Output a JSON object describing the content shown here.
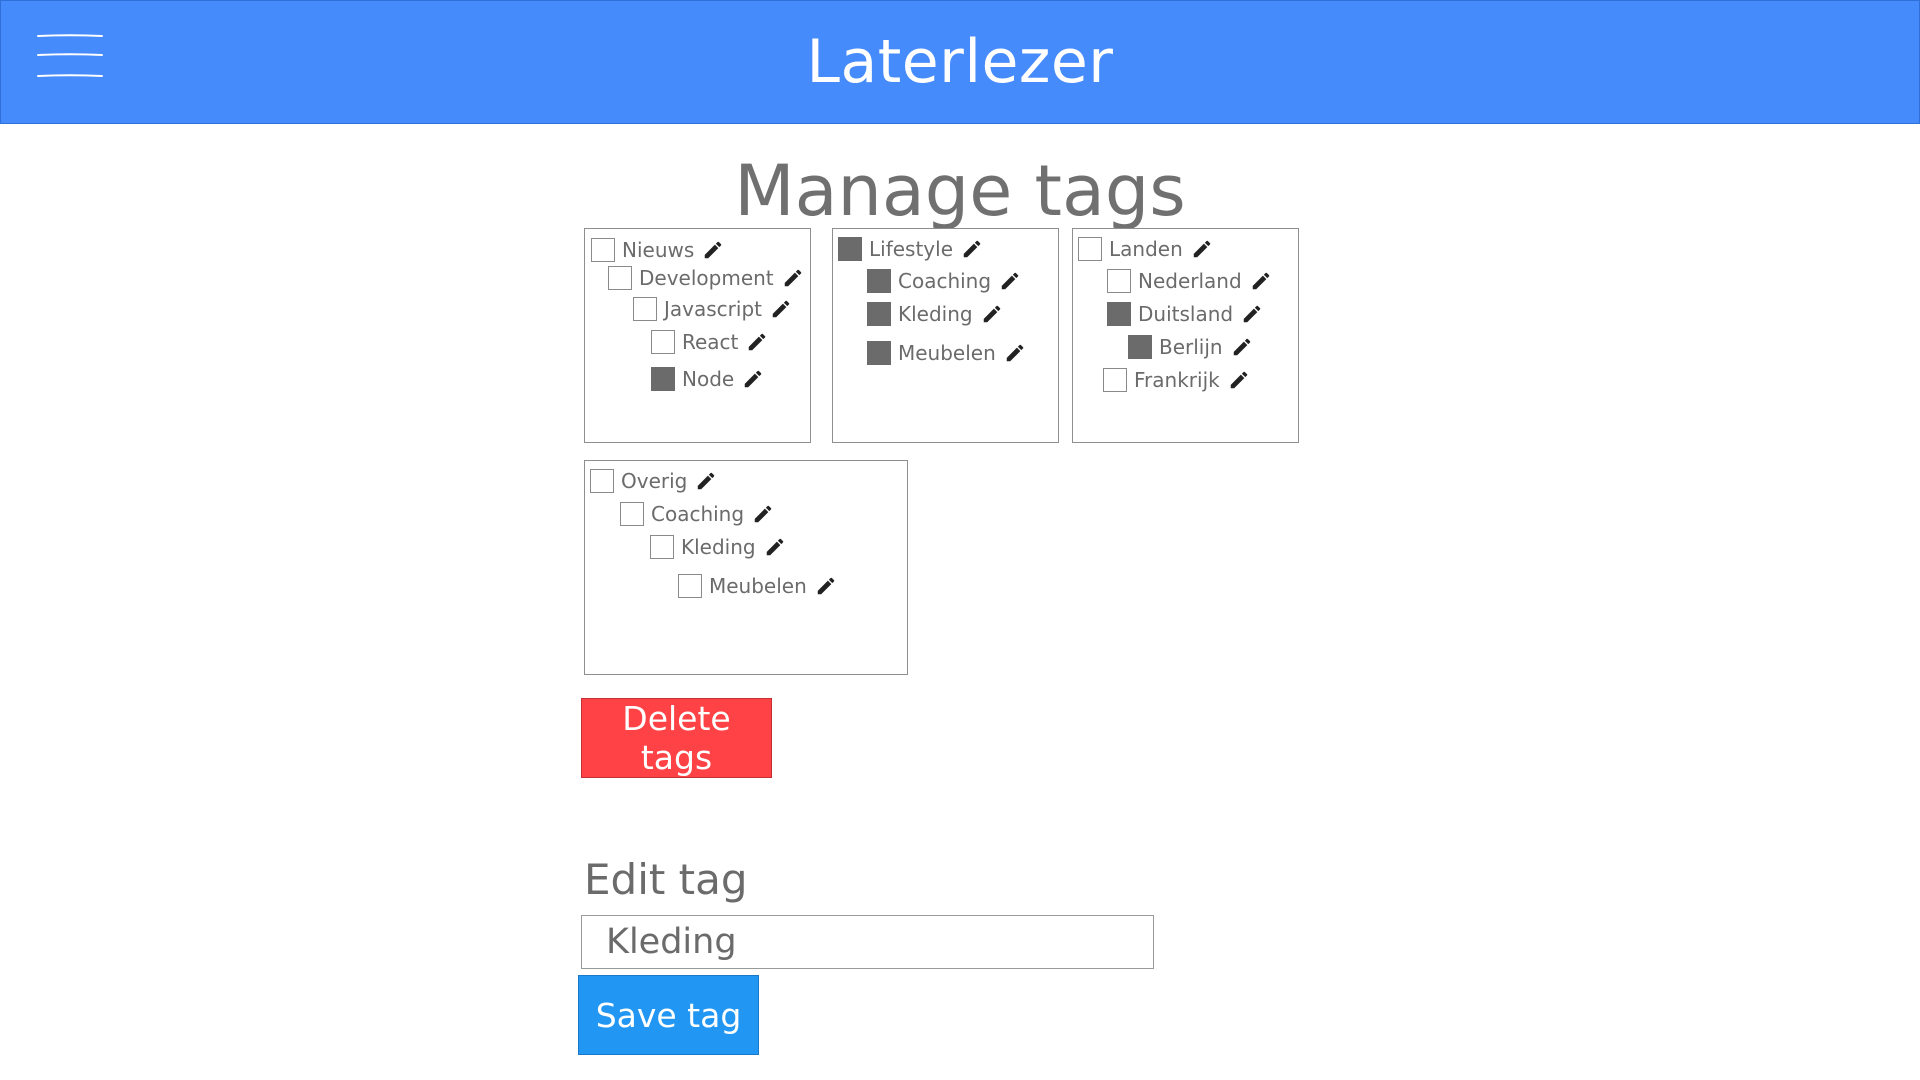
{
  "header": {
    "menu_icon": "hamburger-menu-icon",
    "title": "Laterlezer",
    "background": "#468bfb"
  },
  "page": {
    "title": "Manage tags"
  },
  "tag_groups": [
    {
      "tags": [
        {
          "label": "Nieuws",
          "checked": false,
          "depth": 0
        },
        {
          "label": "Development",
          "checked": false,
          "depth": 1
        },
        {
          "label": "Javascript",
          "checked": false,
          "depth": 2
        },
        {
          "label": "React",
          "checked": false,
          "depth": 3
        },
        {
          "label": "Node",
          "checked": true,
          "depth": 3
        }
      ]
    },
    {
      "tags": [
        {
          "label": "Lifestyle",
          "checked": true,
          "depth": 0
        },
        {
          "label": "Coaching",
          "checked": true,
          "depth": 1
        },
        {
          "label": "Kleding",
          "checked": true,
          "depth": 1
        },
        {
          "label": "Meubelen",
          "checked": true,
          "depth": 1
        }
      ]
    },
    {
      "tags": [
        {
          "label": "Landen",
          "checked": false,
          "depth": 0
        },
        {
          "label": "Nederland",
          "checked": false,
          "depth": 1
        },
        {
          "label": "Duitsland",
          "checked": true,
          "depth": 1
        },
        {
          "label": "Berlijn",
          "checked": true,
          "depth": 2
        },
        {
          "label": "Frankrijk",
          "checked": false,
          "depth": 1
        }
      ]
    },
    {
      "tags": [
        {
          "label": "Overig",
          "checked": false,
          "depth": 0
        },
        {
          "label": "Coaching",
          "checked": false,
          "depth": 1
        },
        {
          "label": "Kleding",
          "checked": false,
          "depth": 2
        },
        {
          "label": "Meubelen",
          "checked": false,
          "depth": 3
        }
      ]
    }
  ],
  "actions": {
    "delete_label": "Delete tags",
    "delete_color": "#ff4245"
  },
  "edit": {
    "title": "Edit tag",
    "value": "Kleding",
    "save_label": "Save tag",
    "save_color": "#2196f3"
  },
  "icons": {
    "edit": "pencil-icon",
    "checkbox": "checkbox-icon"
  }
}
